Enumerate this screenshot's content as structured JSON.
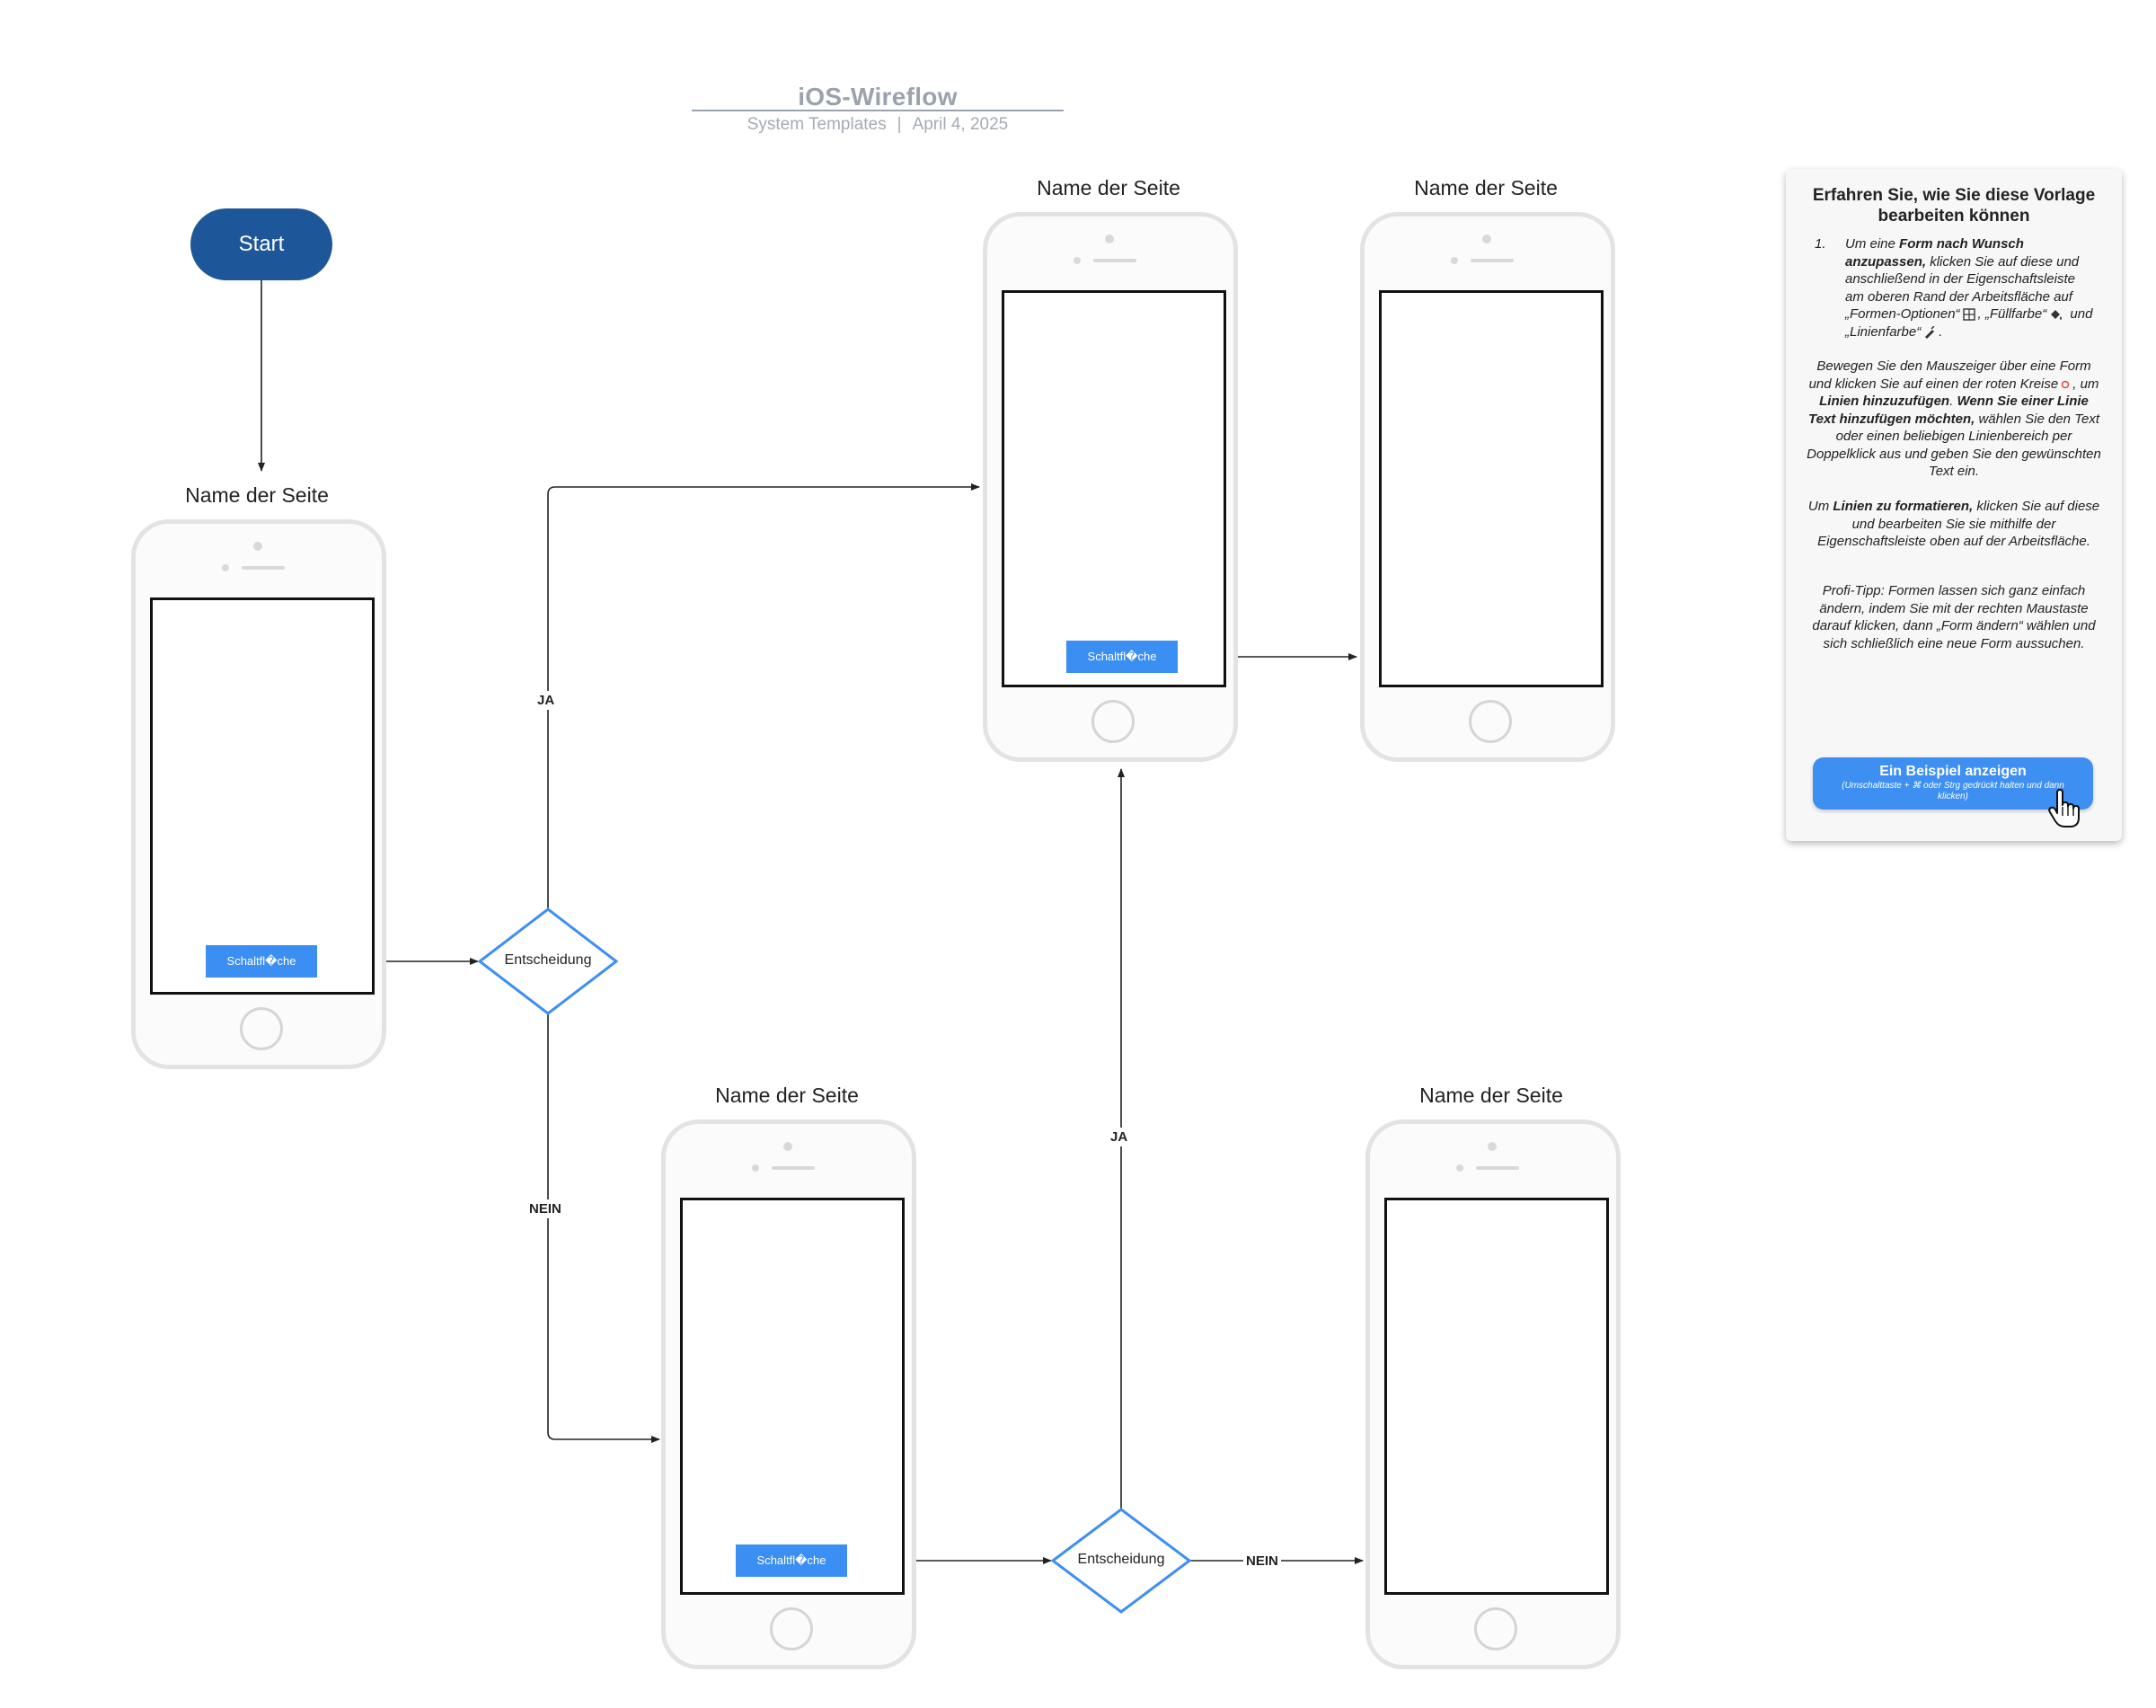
{
  "header": {
    "title": "iOS-Wireflow",
    "source": "System Templates",
    "date": "April 4, 2025"
  },
  "flow": {
    "start_label": "Start",
    "page_label": "Name der Seite",
    "button_label": "Schaltfl�che",
    "decision_label": "Entscheidung",
    "yes_label": "JA",
    "no_label": "NEIN"
  },
  "pages": [
    {
      "id": "page-1",
      "label": "Name der Seite"
    },
    {
      "id": "page-2",
      "label": "Name der Seite"
    },
    {
      "id": "page-3",
      "label": "Name der Seite"
    },
    {
      "id": "page-4",
      "label": "Name der Seite"
    },
    {
      "id": "page-5",
      "label": "Name der Seite"
    }
  ],
  "info_panel": {
    "title": "Erfahren Sie, wie Sie diese Vorlage bearbeiten können",
    "step_number": "1.",
    "step_parts": {
      "a": "Um eine",
      "b": "Form nach Wunsch anzupassen,",
      "c": "klicken Sie auf diese und anschließend in der Eigenschaftsleiste am oberen Rand der Arbeitsfläche auf „Formen-Optionen“",
      "d": ", „Füllfarbe“",
      "e": "und „Linienfarbe“",
      "f": "."
    },
    "lines_parts": {
      "a": "Bewegen Sie den Mauszeiger über eine Form und klicken Sie auf einen der roten Kreise",
      "b": ", um",
      "c": "Linien hinzuzufügen",
      "d": ".",
      "e": "Wenn Sie einer Linie Text hinzufügen möchten,",
      "f": "wählen Sie den Text oder einen beliebigen Linienbereich per Doppelklick aus und geben Sie den gewünschten Text ein."
    },
    "format_parts": {
      "a": "Um",
      "b": "Linien zu formatieren,",
      "c": "klicken Sie auf diese und bearbeiten Sie sie mithilfe der Eigenschaftsleiste oben auf der Arbeitsfläche."
    },
    "tip": "Profi-Tipp: Formen lassen sich ganz einfach ändern, indem Sie mit der rechten Maustaste darauf klicken, dann „Form ändern“ wählen und sich schließlich eine neue Form aussuchen.",
    "cta_label": "Ein Beispiel anzeigen",
    "cta_hint": "(Umschalttaste + ⌘ oder Strg gedrückt halten und dann klicken)"
  },
  "colors": {
    "start_fill": "#1e5799",
    "button_fill": "#3b8ef2",
    "decision_stroke": "#3d8ff1",
    "connector": "#222222",
    "phone_frame": "#e3e3e3",
    "connection_point": "#e0443e"
  }
}
